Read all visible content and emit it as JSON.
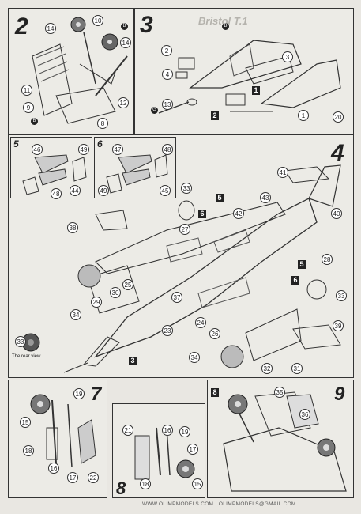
{
  "steps": {
    "s2": {
      "number": "2"
    },
    "s3": {
      "number": "3"
    },
    "s4": {
      "number": "4"
    },
    "s5": {
      "number": "5"
    },
    "s6": {
      "number": "6"
    },
    "s7": {
      "number": "7"
    },
    "s8": {
      "number": "8"
    },
    "s9": {
      "number": "9"
    }
  },
  "panel2": {
    "callouts": [
      "14",
      "10",
      "14",
      "11",
      "9",
      "12",
      "8"
    ]
  },
  "panel3": {
    "title": "Bristol T.1",
    "callouts": [
      "2",
      "4",
      "3",
      "13",
      "1",
      "20"
    ],
    "boxes": [
      "1",
      "2"
    ]
  },
  "panel4": {
    "sub5": {
      "label": "5",
      "callouts": [
        "46",
        "49",
        "44",
        "48"
      ]
    },
    "sub6": {
      "label": "6",
      "callouts": [
        "47",
        "48",
        "49",
        "45"
      ]
    },
    "callouts": [
      "41",
      "33",
      "43",
      "40",
      "42",
      "38",
      "27",
      "28",
      "34",
      "25",
      "29",
      "30",
      "37",
      "33",
      "23",
      "24",
      "26",
      "39",
      "34",
      "32",
      "31"
    ],
    "boxes": [
      "3",
      "5",
      "6",
      "5",
      "6"
    ],
    "rear_view": {
      "number": "33",
      "caption": "The rear view"
    }
  },
  "panel7": {
    "callouts": [
      "19",
      "15",
      "18",
      "16",
      "17",
      "22"
    ]
  },
  "panel8": {
    "callouts": [
      "21",
      "16",
      "19",
      "17",
      "18",
      "15"
    ]
  },
  "panel9": {
    "callouts": [
      "35",
      "36"
    ],
    "box": "8"
  },
  "footer": {
    "text": "WWW.OLIMPMODELS.COM · OLIMPMODELS@GMAIL.COM"
  },
  "glue_marker": "G",
  "paint_marker": "B"
}
